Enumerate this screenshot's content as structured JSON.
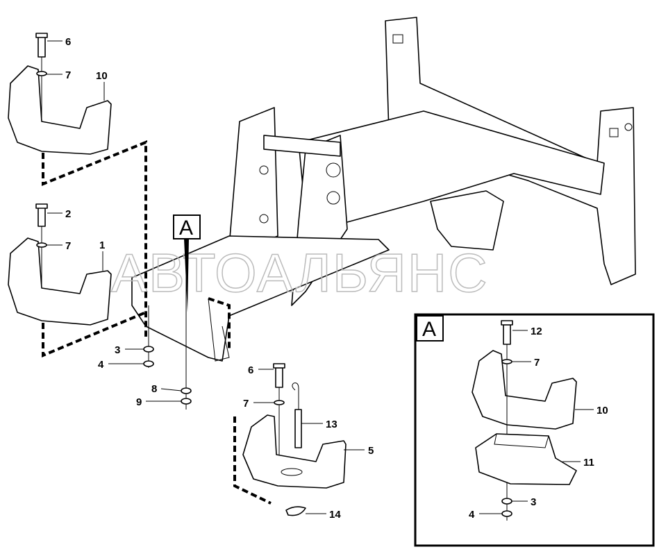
{
  "watermark": "АВТОАЛЬЯНС",
  "callouts": {
    "main": "A",
    "inset": "A"
  },
  "labels": {
    "top_bolt": "6",
    "top_washer": "7",
    "top_cover": "10",
    "mid_bolt": "2",
    "mid_washer": "7",
    "mid_cover": "1",
    "washer_3": "3",
    "washer_4": "4",
    "washer_8": "8",
    "washer_9": "9",
    "right_bolt": "6",
    "right_washer": "7",
    "spring": "13",
    "right_cover": "5",
    "clip": "14",
    "inset_bolt": "12",
    "inset_washer": "7",
    "inset_cover": "10",
    "inset_weight": "11",
    "inset_washer_3": "3",
    "inset_washer_4": "4"
  }
}
